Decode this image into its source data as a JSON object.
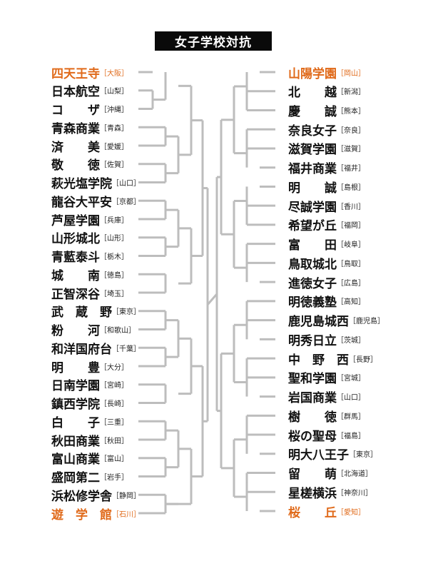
{
  "title": "女子学校対抗",
  "colors": {
    "highlight": "#e06a1a",
    "line": "#bdbdbd",
    "title_bg": "#0a0a0a"
  },
  "left": [
    {
      "name": "四天王寺",
      "pref": "大阪",
      "hl": true
    },
    {
      "name": "日本航空",
      "pref": "山梨"
    },
    {
      "name": "コ　　ザ",
      "pref": "沖縄"
    },
    {
      "name": "青森商業",
      "pref": "青森"
    },
    {
      "name": "済　　美",
      "pref": "愛媛"
    },
    {
      "name": "敬　　徳",
      "pref": "佐賀"
    },
    {
      "name": "萩光塩学院",
      "pref": "山口"
    },
    {
      "name": "龍谷大平安",
      "pref": "京都"
    },
    {
      "name": "芦屋学園",
      "pref": "兵庫"
    },
    {
      "name": "山形城北",
      "pref": "山形"
    },
    {
      "name": "青藍泰斗",
      "pref": "栃木"
    },
    {
      "name": "城　　南",
      "pref": "徳島"
    },
    {
      "name": "正智深谷",
      "pref": "埼玉"
    },
    {
      "name": "武　蔵　野",
      "pref": "東京"
    },
    {
      "name": "粉　　河",
      "pref": "和歌山"
    },
    {
      "name": "和洋国府台",
      "pref": "千葉"
    },
    {
      "name": "明　　豊",
      "pref": "大分"
    },
    {
      "name": "日南学園",
      "pref": "宮崎"
    },
    {
      "name": "鎮西学院",
      "pref": "長崎"
    },
    {
      "name": "白　　子",
      "pref": "三重"
    },
    {
      "name": "秋田商業",
      "pref": "秋田"
    },
    {
      "name": "富山商業",
      "pref": "富山"
    },
    {
      "name": "盛岡第二",
      "pref": "岩手"
    },
    {
      "name": "浜松修学舎",
      "pref": "静岡"
    },
    {
      "name": "遊　学　館",
      "pref": "石川",
      "hl": true
    }
  ],
  "right": [
    {
      "name": "山陽学園",
      "pref": "岡山",
      "hl": true
    },
    {
      "name": "北　　越",
      "pref": "新潟"
    },
    {
      "name": "慶　　誠",
      "pref": "熊本"
    },
    {
      "name": "奈良女子",
      "pref": "奈良"
    },
    {
      "name": "滋賀学園",
      "pref": "滋賀"
    },
    {
      "name": "福井商業",
      "pref": "福井"
    },
    {
      "name": "明　　誠",
      "pref": "島根"
    },
    {
      "name": "尽誠学園",
      "pref": "香川"
    },
    {
      "name": "希望が丘",
      "pref": "福岡"
    },
    {
      "name": "富　　田",
      "pref": "岐阜"
    },
    {
      "name": "鳥取城北",
      "pref": "鳥取"
    },
    {
      "name": "進徳女子",
      "pref": "広島"
    },
    {
      "name": "明徳義塾",
      "pref": "高知"
    },
    {
      "name": "鹿児島城西",
      "pref": "鹿児島"
    },
    {
      "name": "明秀日立",
      "pref": "茨城"
    },
    {
      "name": "中　野　西",
      "pref": "長野"
    },
    {
      "name": "聖和学園",
      "pref": "宮城"
    },
    {
      "name": "岩国商業",
      "pref": "山口"
    },
    {
      "name": "樹　　徳",
      "pref": "群馬"
    },
    {
      "name": "桜の聖母",
      "pref": "福島"
    },
    {
      "name": "明大八王子",
      "pref": "東京"
    },
    {
      "name": "留　　萌",
      "pref": "北海道"
    },
    {
      "name": "星槎横浜",
      "pref": "神奈川"
    },
    {
      "name": "桜　　丘",
      "pref": "愛知",
      "hl": true
    }
  ]
}
